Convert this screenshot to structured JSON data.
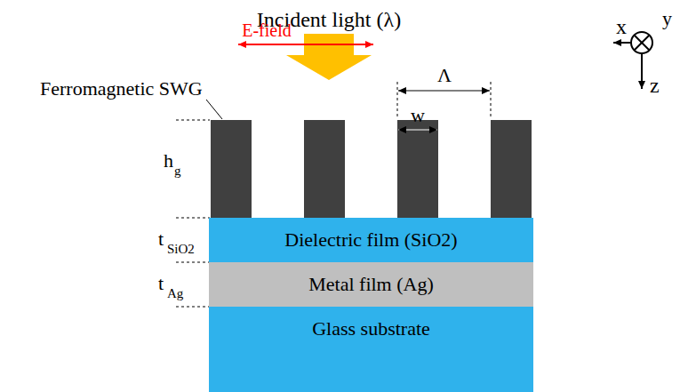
{
  "diagram": {
    "nodes": [
      {
        "text": [
          "Dielectric film (SiO2)"
        ]
      },
      {
        "text": [
          "Metal film (Ag)"
        ]
      },
      {
        "text": [
          "Glass substrate"
        ]
      }
    ],
    "labels": [
      "Incident light (λ)",
      "E-field",
      "Ferromagnetic SWG",
      "h",
      "g",
      "t",
      "SiO2",
      "t",
      "Ag",
      "Λ",
      "w",
      "x",
      "y",
      "z"
    ]
  }
}
